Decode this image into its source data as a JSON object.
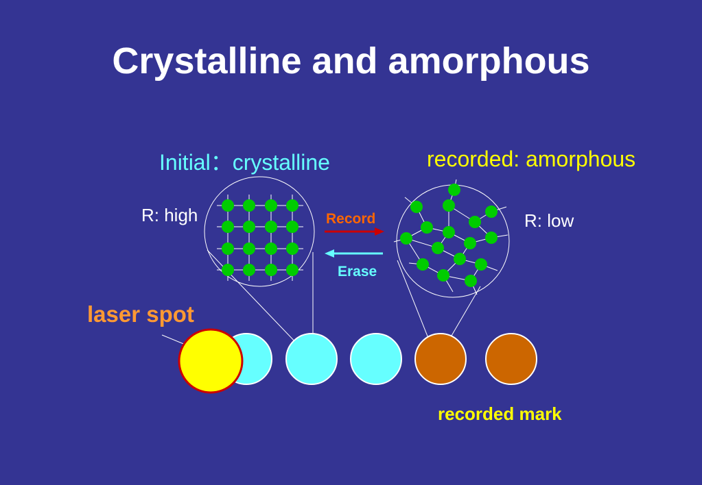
{
  "slide": {
    "title": "Crystalline and amorphous"
  },
  "labels": {
    "initial": "Initial：crystalline",
    "recorded": "recorded: amorphous",
    "r_high": "R: high",
    "r_low": "R: low",
    "record": "Record",
    "erase": "Erase",
    "laser_spot": "laser spot",
    "recorded_mark": "recorded mark"
  },
  "colors": {
    "background": "#343493",
    "atom": "#00cc00",
    "crystalline_disc": "#66ffff",
    "recorded_disc": "#cc6600",
    "laser_spot": "#ffff00",
    "laser_border": "#cc0000",
    "record_arrow": "#cc0000",
    "erase_arrow": "#66ffff"
  },
  "discs": [
    {
      "state": "crystalline"
    },
    {
      "state": "crystalline"
    },
    {
      "state": "crystalline"
    },
    {
      "state": "recorded"
    },
    {
      "state": "recorded"
    }
  ]
}
